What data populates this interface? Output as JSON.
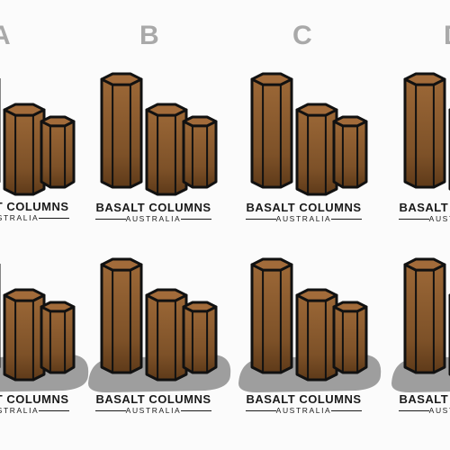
{
  "variants": [
    {
      "letter": "A"
    },
    {
      "letter": "B"
    },
    {
      "letter": "C"
    },
    {
      "letter": "D"
    }
  ],
  "brand": {
    "name": "BASALT COLUMNS",
    "subtitle": "AUSTRALIA"
  },
  "colors": {
    "column_fill": "#8a5a2e",
    "column_top": "#a26b3a",
    "outline": "#111111",
    "shadow": "#9e9e9e",
    "letter": "#a9a9a9"
  }
}
